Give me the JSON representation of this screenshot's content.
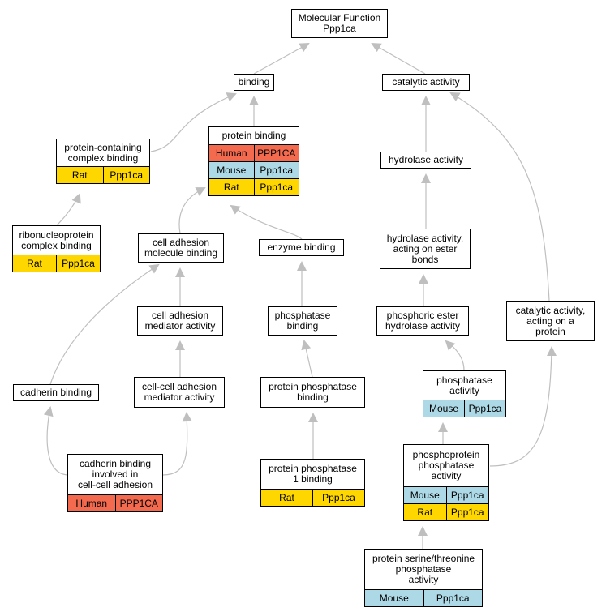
{
  "colors": {
    "human": "#f46a4e",
    "mouse": "#add8e6",
    "rat": "#ffd700",
    "edge": "#bfbfbf"
  },
  "nodes": {
    "mf": {
      "label": [
        "Molecular Function",
        "Ppp1ca"
      ],
      "species": []
    },
    "binding": {
      "label": [
        "binding"
      ],
      "species": []
    },
    "catalytic": {
      "label": [
        "catalytic activity"
      ],
      "species": []
    },
    "pcb": {
      "label": [
        "protein-containing",
        "complex binding"
      ],
      "species": [
        {
          "species": "Rat",
          "gene": "Ppp1ca"
        }
      ]
    },
    "protbind": {
      "label": [
        "protein binding"
      ],
      "species": [
        {
          "species": "Human",
          "gene": "PPP1CA"
        },
        {
          "species": "Mouse",
          "gene": "Ppp1ca"
        },
        {
          "species": "Rat",
          "gene": "Ppp1ca"
        }
      ]
    },
    "hydrolase": {
      "label": [
        "hydrolase activity"
      ],
      "species": []
    },
    "rnp": {
      "label": [
        "ribonucleoprotein",
        "complex binding"
      ],
      "species": [
        {
          "species": "Rat",
          "gene": "Ppp1ca"
        }
      ]
    },
    "cam": {
      "label": [
        "cell adhesion",
        "molecule binding"
      ],
      "species": []
    },
    "enzyme": {
      "label": [
        "enzyme binding"
      ],
      "species": []
    },
    "hydroester": {
      "label": [
        "hydrolase activity,",
        "acting on ester",
        "bonds"
      ],
      "species": []
    },
    "camed": {
      "label": [
        "cell adhesion",
        "mediator activity"
      ],
      "species": []
    },
    "phosbind": {
      "label": [
        "phosphatase",
        "binding"
      ],
      "species": []
    },
    "phosester": {
      "label": [
        "phosphoric ester",
        "hydrolase activity"
      ],
      "species": []
    },
    "catprot": {
      "label": [
        "catalytic activity,",
        "acting on a",
        "protein"
      ],
      "species": []
    },
    "cadherin": {
      "label": [
        "cadherin binding"
      ],
      "species": []
    },
    "ccam": {
      "label": [
        "cell-cell adhesion",
        "mediator activity"
      ],
      "species": []
    },
    "ppbind": {
      "label": [
        "protein phosphatase",
        "binding"
      ],
      "species": []
    },
    "phosact": {
      "label": [
        "phosphatase",
        "activity"
      ],
      "species": [
        {
          "species": "Mouse",
          "gene": "Ppp1ca"
        }
      ]
    },
    "cadcc": {
      "label": [
        "cadherin binding",
        "involved in",
        "cell-cell adhesion"
      ],
      "species": [
        {
          "species": "Human",
          "gene": "PPP1CA"
        }
      ]
    },
    "pp1": {
      "label": [
        "protein phosphatase",
        "1 binding"
      ],
      "species": [
        {
          "species": "Rat",
          "gene": "Ppp1ca"
        }
      ]
    },
    "ppa": {
      "label": [
        "phosphoprotein",
        "phosphatase",
        "activity"
      ],
      "species": [
        {
          "species": "Mouse",
          "gene": "Ppp1ca"
        },
        {
          "species": "Rat",
          "gene": "Ppp1ca"
        }
      ]
    },
    "pst": {
      "label": [
        "protein serine/threonine",
        "phosphatase",
        "activity"
      ],
      "species": [
        {
          "species": "Mouse",
          "gene": "Ppp1ca"
        }
      ]
    }
  },
  "edges": [
    {
      "from": "binding",
      "to": "mf"
    },
    {
      "from": "catalytic",
      "to": "mf"
    },
    {
      "from": "pcb",
      "to": "binding"
    },
    {
      "from": "protbind",
      "to": "binding"
    },
    {
      "from": "hydrolase",
      "to": "catalytic"
    },
    {
      "from": "catprot",
      "to": "catalytic"
    },
    {
      "from": "rnp",
      "to": "pcb"
    },
    {
      "from": "cam",
      "to": "protbind"
    },
    {
      "from": "enzyme",
      "to": "protbind"
    },
    {
      "from": "hydroester",
      "to": "hydrolase"
    },
    {
      "from": "camed",
      "to": "cam"
    },
    {
      "from": "cadherin",
      "to": "cam"
    },
    {
      "from": "phosbind",
      "to": "enzyme"
    },
    {
      "from": "phosester",
      "to": "hydroester"
    },
    {
      "from": "ccam",
      "to": "camed"
    },
    {
      "from": "ppbind",
      "to": "phosbind"
    },
    {
      "from": "phosact",
      "to": "phosester"
    },
    {
      "from": "cadcc",
      "to": "cadherin"
    },
    {
      "from": "cadcc",
      "to": "ccam"
    },
    {
      "from": "pp1",
      "to": "ppbind"
    },
    {
      "from": "ppa",
      "to": "phosact"
    },
    {
      "from": "ppa",
      "to": "catprot"
    },
    {
      "from": "pst",
      "to": "ppa"
    }
  ]
}
